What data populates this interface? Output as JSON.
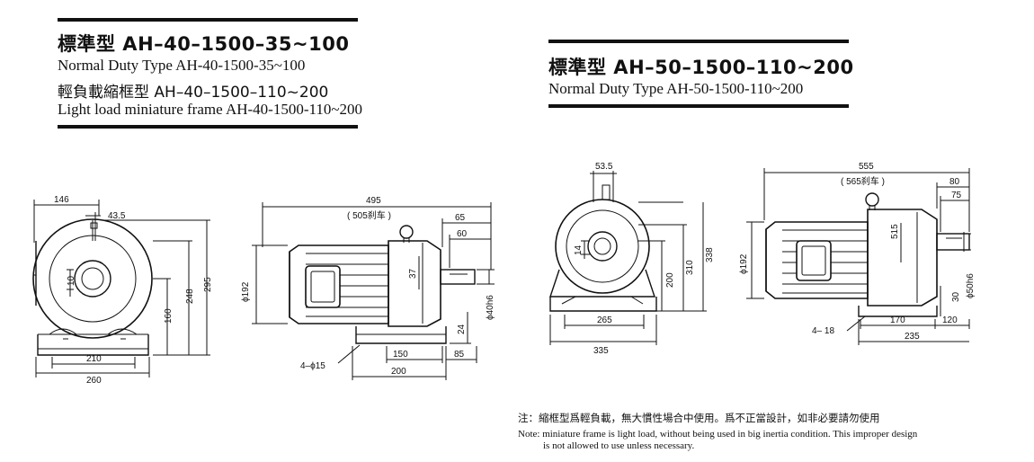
{
  "left_header": {
    "title_cn": "標準型 AH–40–1500–35~100",
    "normal_en": "Normal Duty Type   AH-40-1500-35~100",
    "light_cn": "輕負載縮框型 AH–40–1500–110~200",
    "light_en": "Light load miniature frame  AH-40-1500-110~200"
  },
  "right_header": {
    "title_cn": "標準型 AH–50–1500–110~200",
    "normal_en": "Normal Duty Type   AH-50-1500-110~200"
  },
  "left_front_dims": {
    "d146": "146",
    "d43_5": "43.5",
    "d10": "10",
    "d160": "160",
    "d248": "248",
    "d295": "295",
    "d210": "210",
    "d260": "260"
  },
  "left_side_dims": {
    "d495": "495",
    "d505": "( 505刹车 )",
    "d65": "65",
    "d60": "60",
    "d37": "37",
    "d192": "ϕ192",
    "d40h6": "ϕ40h6",
    "d24": "24",
    "d85": "85",
    "d150": "150",
    "d200": "200",
    "holes": "4–ϕ15"
  },
  "right_front_dims": {
    "d53_5": "53.5",
    "d14": "14",
    "d200": "200",
    "d310": "310",
    "d338": "338",
    "d265": "265",
    "d335": "335"
  },
  "right_side_dims": {
    "d555": "555",
    "d565": "( 565刹车 )",
    "d80": "80",
    "d75": "75",
    "d192": "ϕ192",
    "d515": "515",
    "d30": "30",
    "d50h6": "ϕ50h6",
    "holes": "4– 18",
    "d170": "170",
    "d120": "120",
    "d235": "235"
  },
  "note": {
    "cn": "注：縮框型爲輕負載，無大慣性場合中使用。爲不正當設計，如非必要請勿使用",
    "en_line1": "Note: miniature frame is light load, without being used in big inertia condition. This improper design",
    "en_line2": "is not allowed to use unless necessary."
  }
}
